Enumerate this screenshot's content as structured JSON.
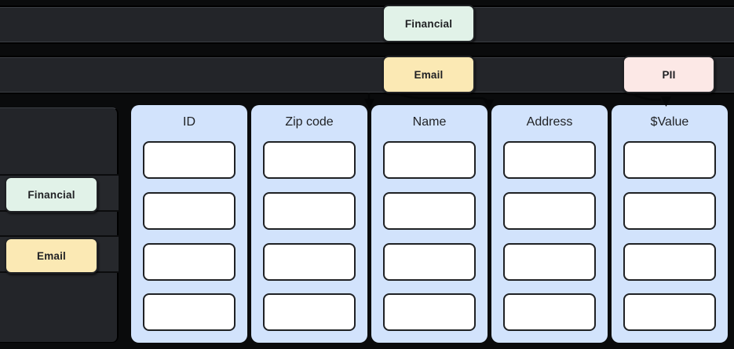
{
  "colors": {
    "background": "#0A0B0C",
    "bar_fill": "#232529",
    "bar_edge": "#3B3E43",
    "financial_tag": "#E1F2E8",
    "email_tag": "#FBE9B4",
    "pii_tag": "#FCE8E6",
    "column_fill": "#D2E3FC",
    "cell_fill": "#FFFFFF",
    "outline": "#1F2124",
    "text_dark": "#202124"
  },
  "lineage_bars": {
    "upstream_1": {
      "tags": [
        {
          "label": "Financial",
          "type": "financial"
        }
      ]
    },
    "upstream_2": {
      "tags": [
        {
          "label": "Email",
          "type": "email"
        },
        {
          "label": "PII",
          "type": "pii"
        }
      ]
    }
  },
  "sidebar": {
    "tags": [
      {
        "label": "Financial",
        "type": "financial"
      },
      {
        "label": "Email",
        "type": "email"
      }
    ]
  },
  "table": {
    "rows_per_column": 4,
    "columns": [
      {
        "label": "ID"
      },
      {
        "label": "Zip code"
      },
      {
        "label": "Name"
      },
      {
        "label": "Address"
      },
      {
        "label": "$Value"
      }
    ]
  }
}
